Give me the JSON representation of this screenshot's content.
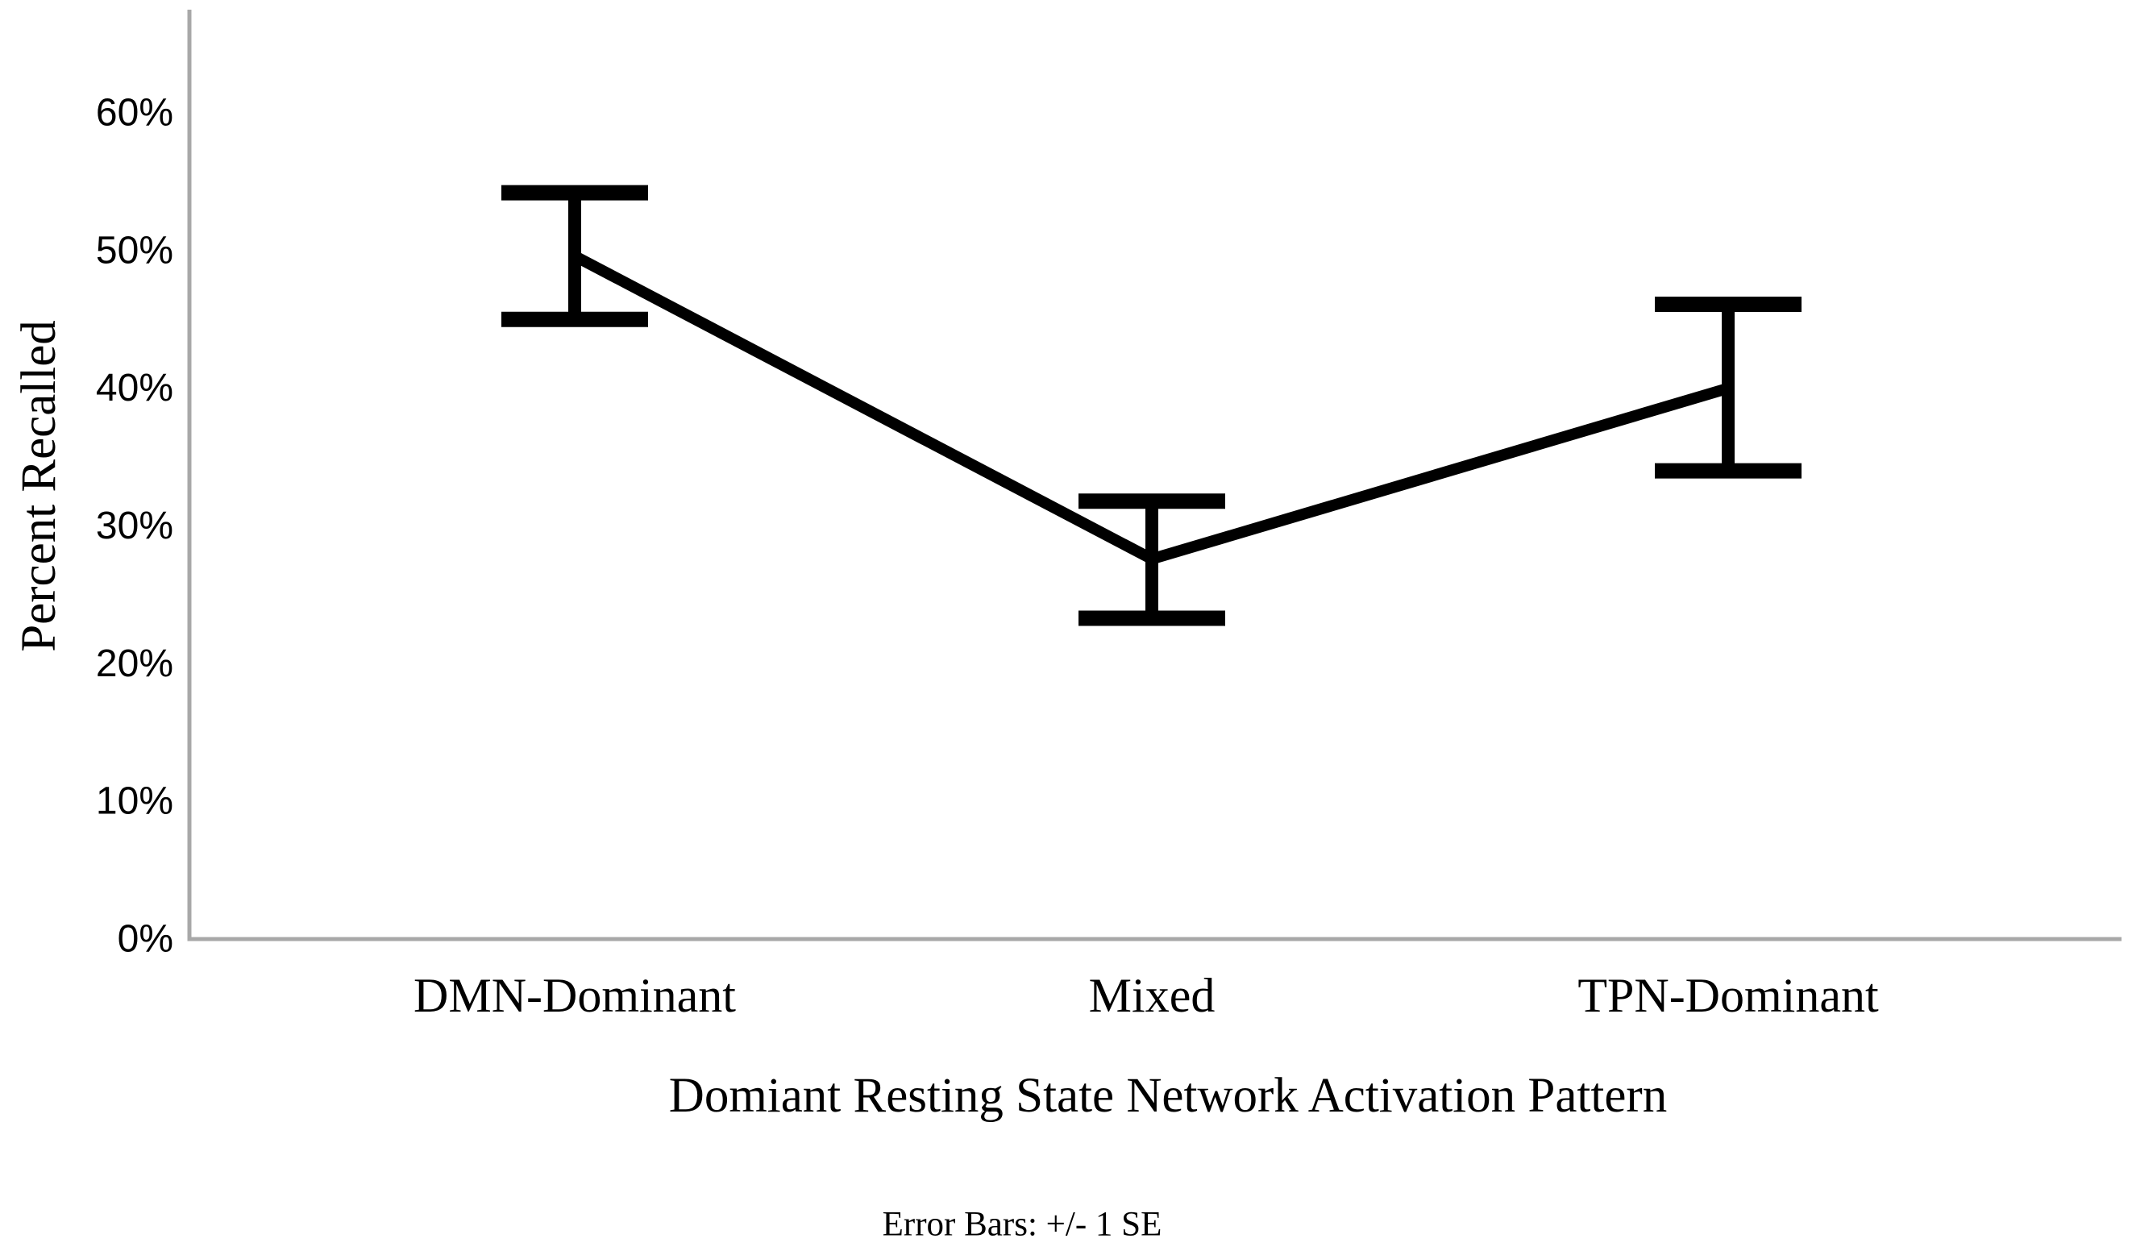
{
  "chart_data": {
    "type": "line",
    "categories": [
      "DMN-Dominant",
      "Mixed",
      "TPN-Dominant"
    ],
    "series": [
      {
        "name": "Percent Recalled",
        "values": [
          49.6,
          27.6,
          40.0
        ]
      }
    ],
    "error_bars": {
      "description": "+/- 1 SE",
      "upper": [
        54.2,
        31.8,
        46.1
      ],
      "lower": [
        45.0,
        23.3,
        34.0
      ]
    },
    "title": "",
    "xlabel": "Domiant Resting State Network Activation Pattern",
    "ylabel": "Percent Recalled",
    "yticks": [
      "0%",
      "10%",
      "20%",
      "30%",
      "40%",
      "50%",
      "60%"
    ],
    "ytick_values": [
      0,
      10,
      20,
      30,
      40,
      50,
      60
    ],
    "ylim": [
      0,
      67.5
    ],
    "grid": false,
    "legend": "none",
    "caption": "Error Bars: +/- 1 SE",
    "colors": {
      "line": "#000000",
      "axis": "#a8a8a8",
      "text": "#000000",
      "background": "#ffffff"
    }
  }
}
